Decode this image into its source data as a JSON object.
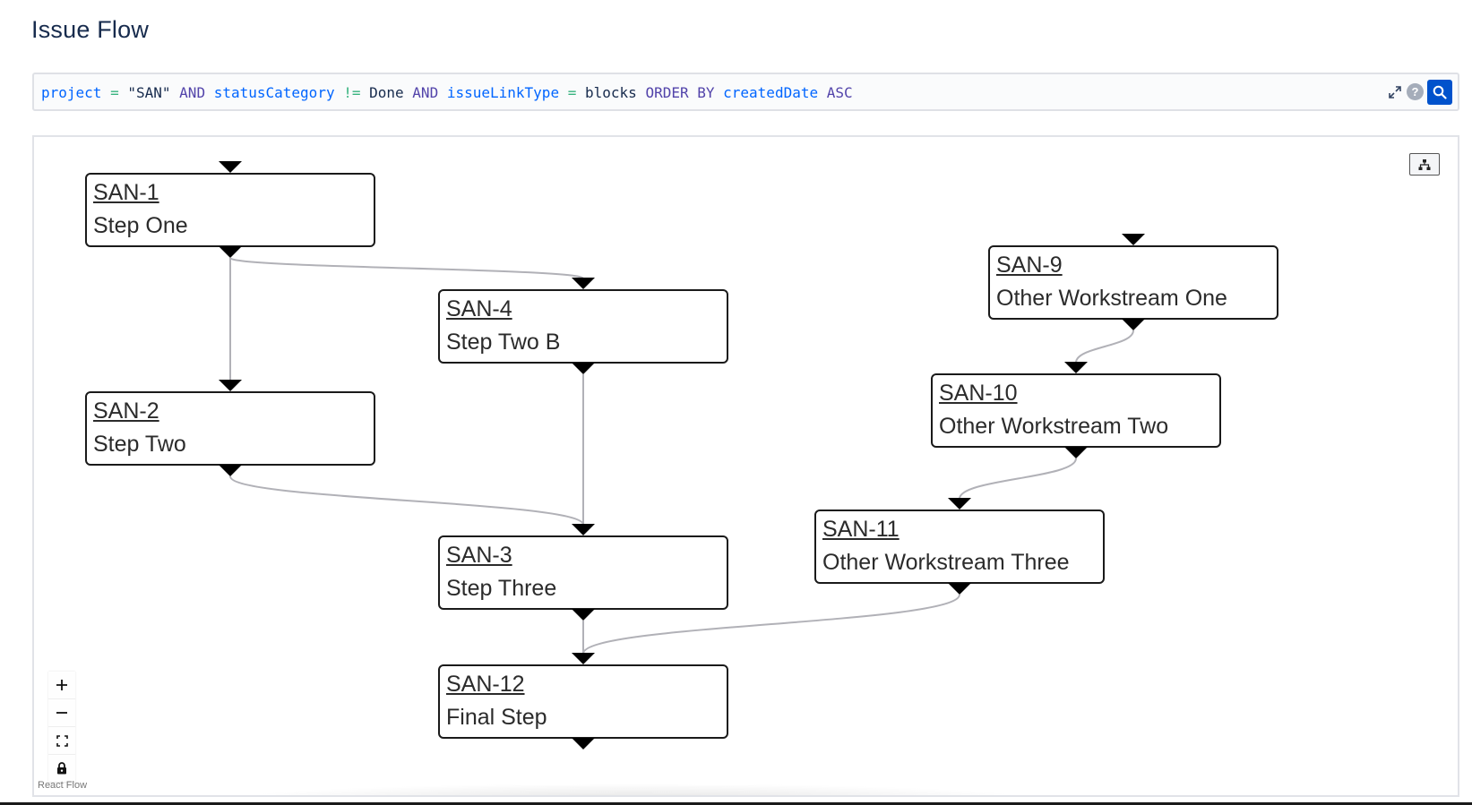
{
  "page": {
    "title": "Issue Flow"
  },
  "jql": {
    "tokens": [
      {
        "text": "project",
        "color": "#0065ff"
      },
      {
        "text": " ",
        "color": "#172b4d"
      },
      {
        "text": "=",
        "color": "#36b37e"
      },
      {
        "text": " ",
        "color": "#172b4d"
      },
      {
        "text": "\"SAN\"",
        "color": "#172b4d"
      },
      {
        "text": " ",
        "color": "#172b4d"
      },
      {
        "text": "AND",
        "color": "#5243aa"
      },
      {
        "text": " ",
        "color": "#172b4d"
      },
      {
        "text": "statusCategory",
        "color": "#0065ff"
      },
      {
        "text": " ",
        "color": "#172b4d"
      },
      {
        "text": "!=",
        "color": "#36b37e"
      },
      {
        "text": " ",
        "color": "#172b4d"
      },
      {
        "text": "Done",
        "color": "#172b4d"
      },
      {
        "text": " ",
        "color": "#172b4d"
      },
      {
        "text": "AND",
        "color": "#5243aa"
      },
      {
        "text": " ",
        "color": "#172b4d"
      },
      {
        "text": "issueLinkType",
        "color": "#0065ff"
      },
      {
        "text": " ",
        "color": "#172b4d"
      },
      {
        "text": "=",
        "color": "#36b37e"
      },
      {
        "text": " ",
        "color": "#172b4d"
      },
      {
        "text": "blocks",
        "color": "#172b4d"
      },
      {
        "text": " ",
        "color": "#172b4d"
      },
      {
        "text": "ORDER BY",
        "color": "#5243aa"
      },
      {
        "text": " ",
        "color": "#172b4d"
      },
      {
        "text": "createdDate",
        "color": "#0065ff"
      },
      {
        "text": " ",
        "color": "#172b4d"
      },
      {
        "text": "ASC",
        "color": "#5243aa"
      }
    ],
    "help_label": "?"
  },
  "flow": {
    "nodes": [
      {
        "id": "n1",
        "key": "SAN-1",
        "title": "Step One"
      },
      {
        "id": "n2",
        "key": "SAN-2",
        "title": "Step Two"
      },
      {
        "id": "n4",
        "key": "SAN-4",
        "title": "Step Two B"
      },
      {
        "id": "n3",
        "key": "SAN-3",
        "title": "Step Three"
      },
      {
        "id": "n12",
        "key": "SAN-12",
        "title": "Final Step"
      },
      {
        "id": "n9",
        "key": "SAN-9",
        "title": "Other Workstream One"
      },
      {
        "id": "n10",
        "key": "SAN-10",
        "title": "Other Workstream Two"
      },
      {
        "id": "n11",
        "key": "SAN-11",
        "title": "Other Workstream Three"
      }
    ],
    "edges": [
      {
        "from": "SAN-1",
        "to": "SAN-2"
      },
      {
        "from": "SAN-1",
        "to": "SAN-4"
      },
      {
        "from": "SAN-2",
        "to": "SAN-3"
      },
      {
        "from": "SAN-4",
        "to": "SAN-3"
      },
      {
        "from": "SAN-3",
        "to": "SAN-12"
      },
      {
        "from": "SAN-9",
        "to": "SAN-10"
      },
      {
        "from": "SAN-10",
        "to": "SAN-11"
      },
      {
        "from": "SAN-11",
        "to": "SAN-12"
      }
    ],
    "edge_color": "#b1b1b7",
    "controls": [
      "zoom-in",
      "zoom-out",
      "fit-view",
      "lock"
    ],
    "attribution": "React Flow"
  }
}
